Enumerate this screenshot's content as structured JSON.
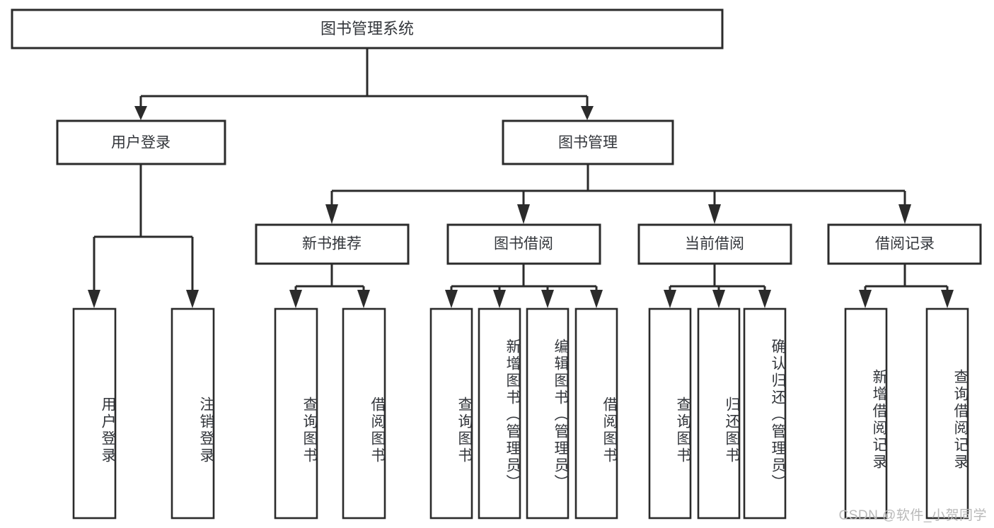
{
  "diagram": {
    "type": "tree",
    "title": "图书管理系统",
    "watermark": "CSDN @软件_小贺同学",
    "colors": {
      "box_stroke": "#2b2b2b",
      "box_fill": "#ffffff",
      "text": "#33363b",
      "connector": "#2b2b2b",
      "watermark": "#b9b9b9",
      "background": "#ffffff"
    },
    "root": {
      "label": "图书管理系统"
    },
    "level1": [
      {
        "label": "用户登录"
      },
      {
        "label": "图书管理"
      }
    ],
    "login_children": [
      {
        "label": "用户登录"
      },
      {
        "label": "注销登录"
      }
    ],
    "level2": [
      {
        "label": "新书推荐"
      },
      {
        "label": "图书借阅"
      },
      {
        "label": "当前借阅"
      },
      {
        "label": "借阅记录"
      }
    ],
    "newbook_children": [
      {
        "label": "查询图书"
      },
      {
        "label": "借阅图书"
      }
    ],
    "borrow_children": [
      {
        "label": "查询图书"
      },
      {
        "label": "新增图书（管理员）"
      },
      {
        "label": "编辑图书（管理员）"
      },
      {
        "label": "借阅图书"
      }
    ],
    "current_children": [
      {
        "label": "查询图书"
      },
      {
        "label": "归还图书"
      },
      {
        "label": "确认归还（管理员）"
      }
    ],
    "record_children": [
      {
        "label": "新增借阅记录"
      },
      {
        "label": "查询借阅记录"
      }
    ]
  }
}
